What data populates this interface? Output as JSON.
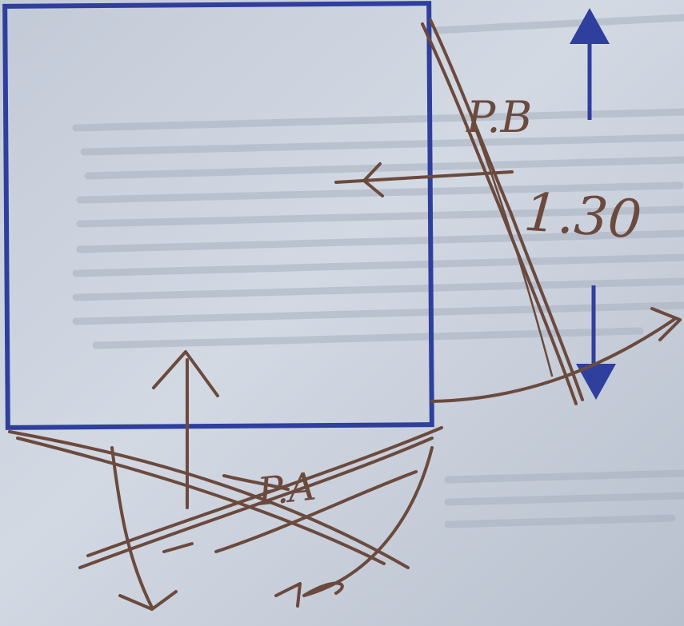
{
  "diagram": {
    "labels": {
      "point_b": "P.B",
      "point_a": "P.A",
      "measurement": "1.30"
    },
    "colors": {
      "paper": "#ccd3de",
      "paper_shadow": "#aeb6c4",
      "blue_ink": "#2f3f9e",
      "pencil": "#6b4a3e",
      "faded_print": "#a7afbd"
    }
  }
}
